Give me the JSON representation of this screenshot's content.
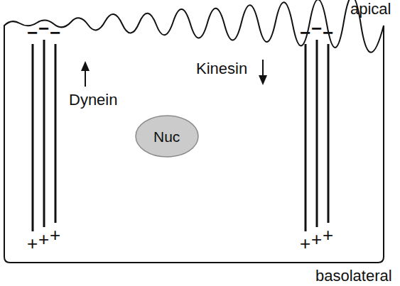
{
  "diagram": {
    "nodes": [
      {
        "text": [
          "Nuc"
        ]
      }
    ],
    "labels": [
      "apical",
      "−",
      "−",
      "−",
      "−",
      "−",
      "−",
      "Dynein",
      "Kinesin",
      "+",
      "+",
      "+",
      "+",
      "+",
      "+",
      "basolateral"
    ]
  }
}
